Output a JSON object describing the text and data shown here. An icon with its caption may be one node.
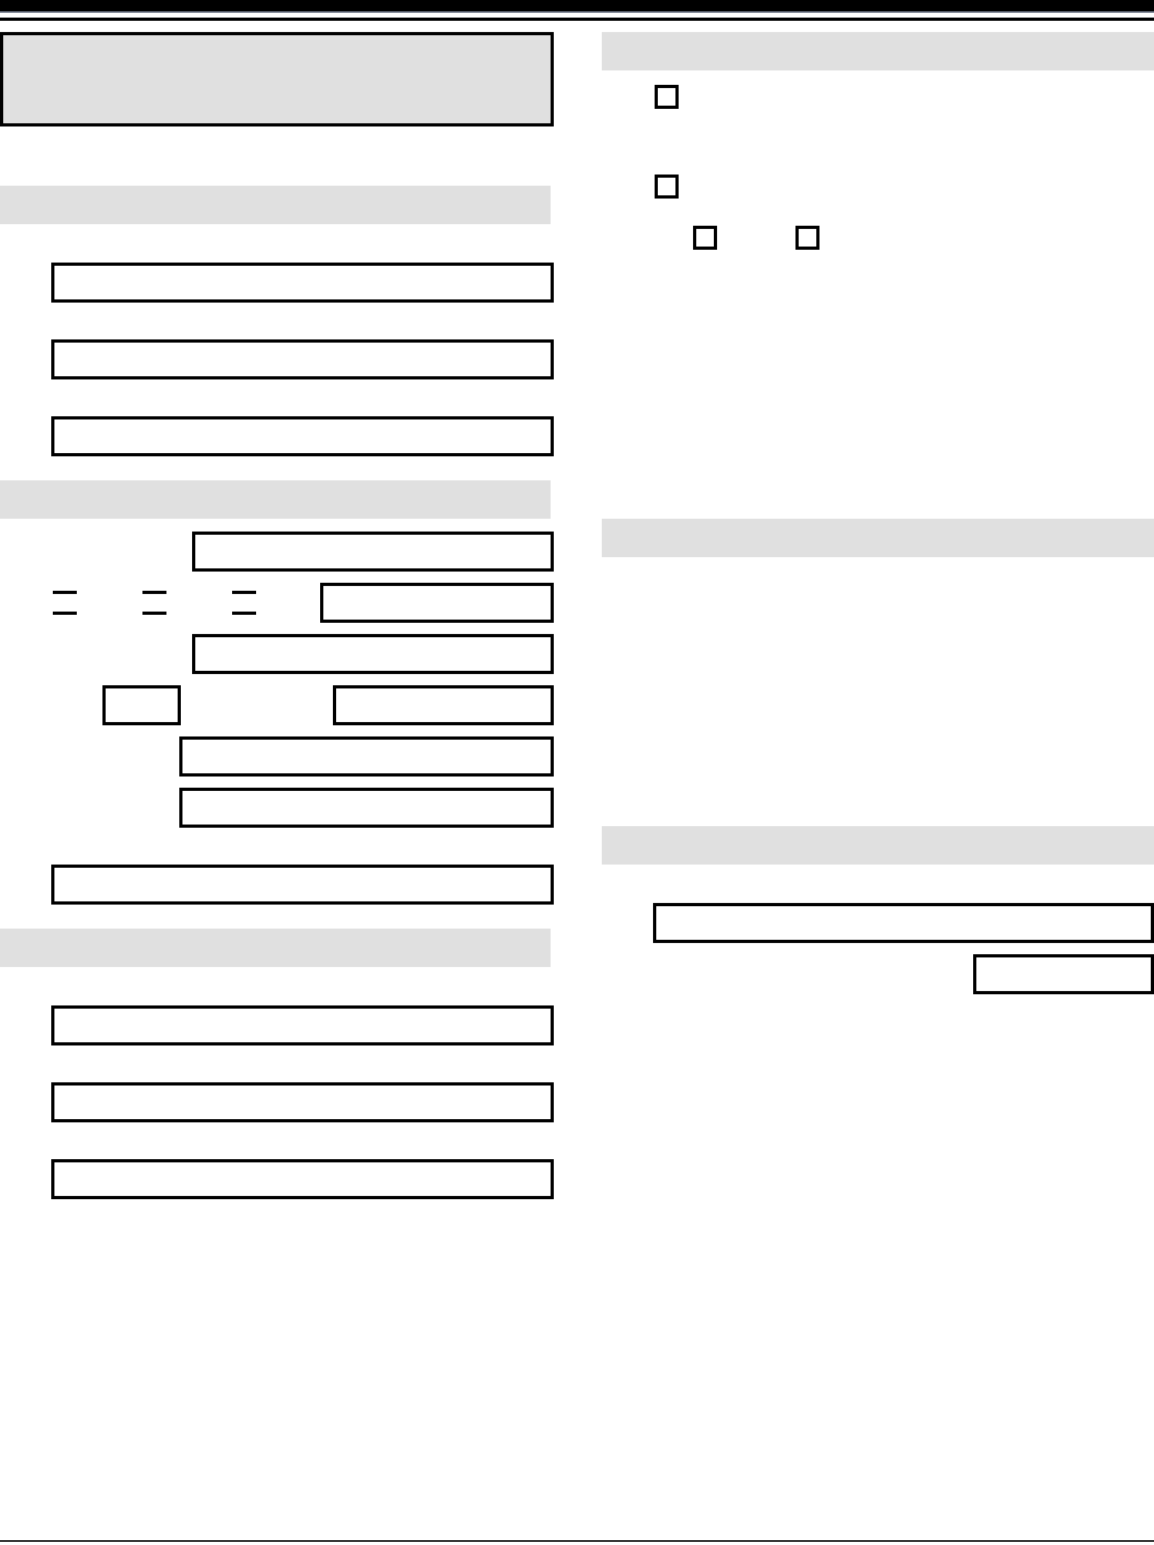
{
  "diagram": {
    "nodes": [
      {
        "text": [],
        "shape": "panel"
      },
      {
        "text": [],
        "shape": "bar"
      },
      {
        "text": [],
        "shape": "box"
      },
      {
        "text": [],
        "shape": "box"
      },
      {
        "text": [],
        "shape": "box"
      },
      {
        "text": [],
        "shape": "bar"
      },
      {
        "text": [],
        "shape": "box"
      },
      {
        "text": [],
        "shape": "line"
      },
      {
        "text": [],
        "shape": "line"
      },
      {
        "text": [],
        "shape": "line"
      },
      {
        "text": [],
        "shape": "box"
      },
      {
        "text": [],
        "shape": "box"
      },
      {
        "text": [],
        "shape": "box"
      },
      {
        "text": [],
        "shape": "box"
      },
      {
        "text": [],
        "shape": "box"
      },
      {
        "text": [],
        "shape": "box"
      },
      {
        "text": [],
        "shape": "box"
      },
      {
        "text": [],
        "shape": "bar"
      },
      {
        "text": [],
        "shape": "box"
      },
      {
        "text": [],
        "shape": "box"
      },
      {
        "text": [],
        "shape": "box"
      },
      {
        "text": [],
        "shape": "bar"
      },
      {
        "text": [],
        "shape": "checkbox"
      },
      {
        "text": [],
        "shape": "checkbox"
      },
      {
        "text": [],
        "shape": "checkbox"
      },
      {
        "text": [],
        "shape": "checkbox"
      },
      {
        "text": [],
        "shape": "bar"
      },
      {
        "text": [],
        "shape": "bar"
      },
      {
        "text": [],
        "shape": "box"
      },
      {
        "text": [],
        "shape": "box"
      }
    ]
  }
}
